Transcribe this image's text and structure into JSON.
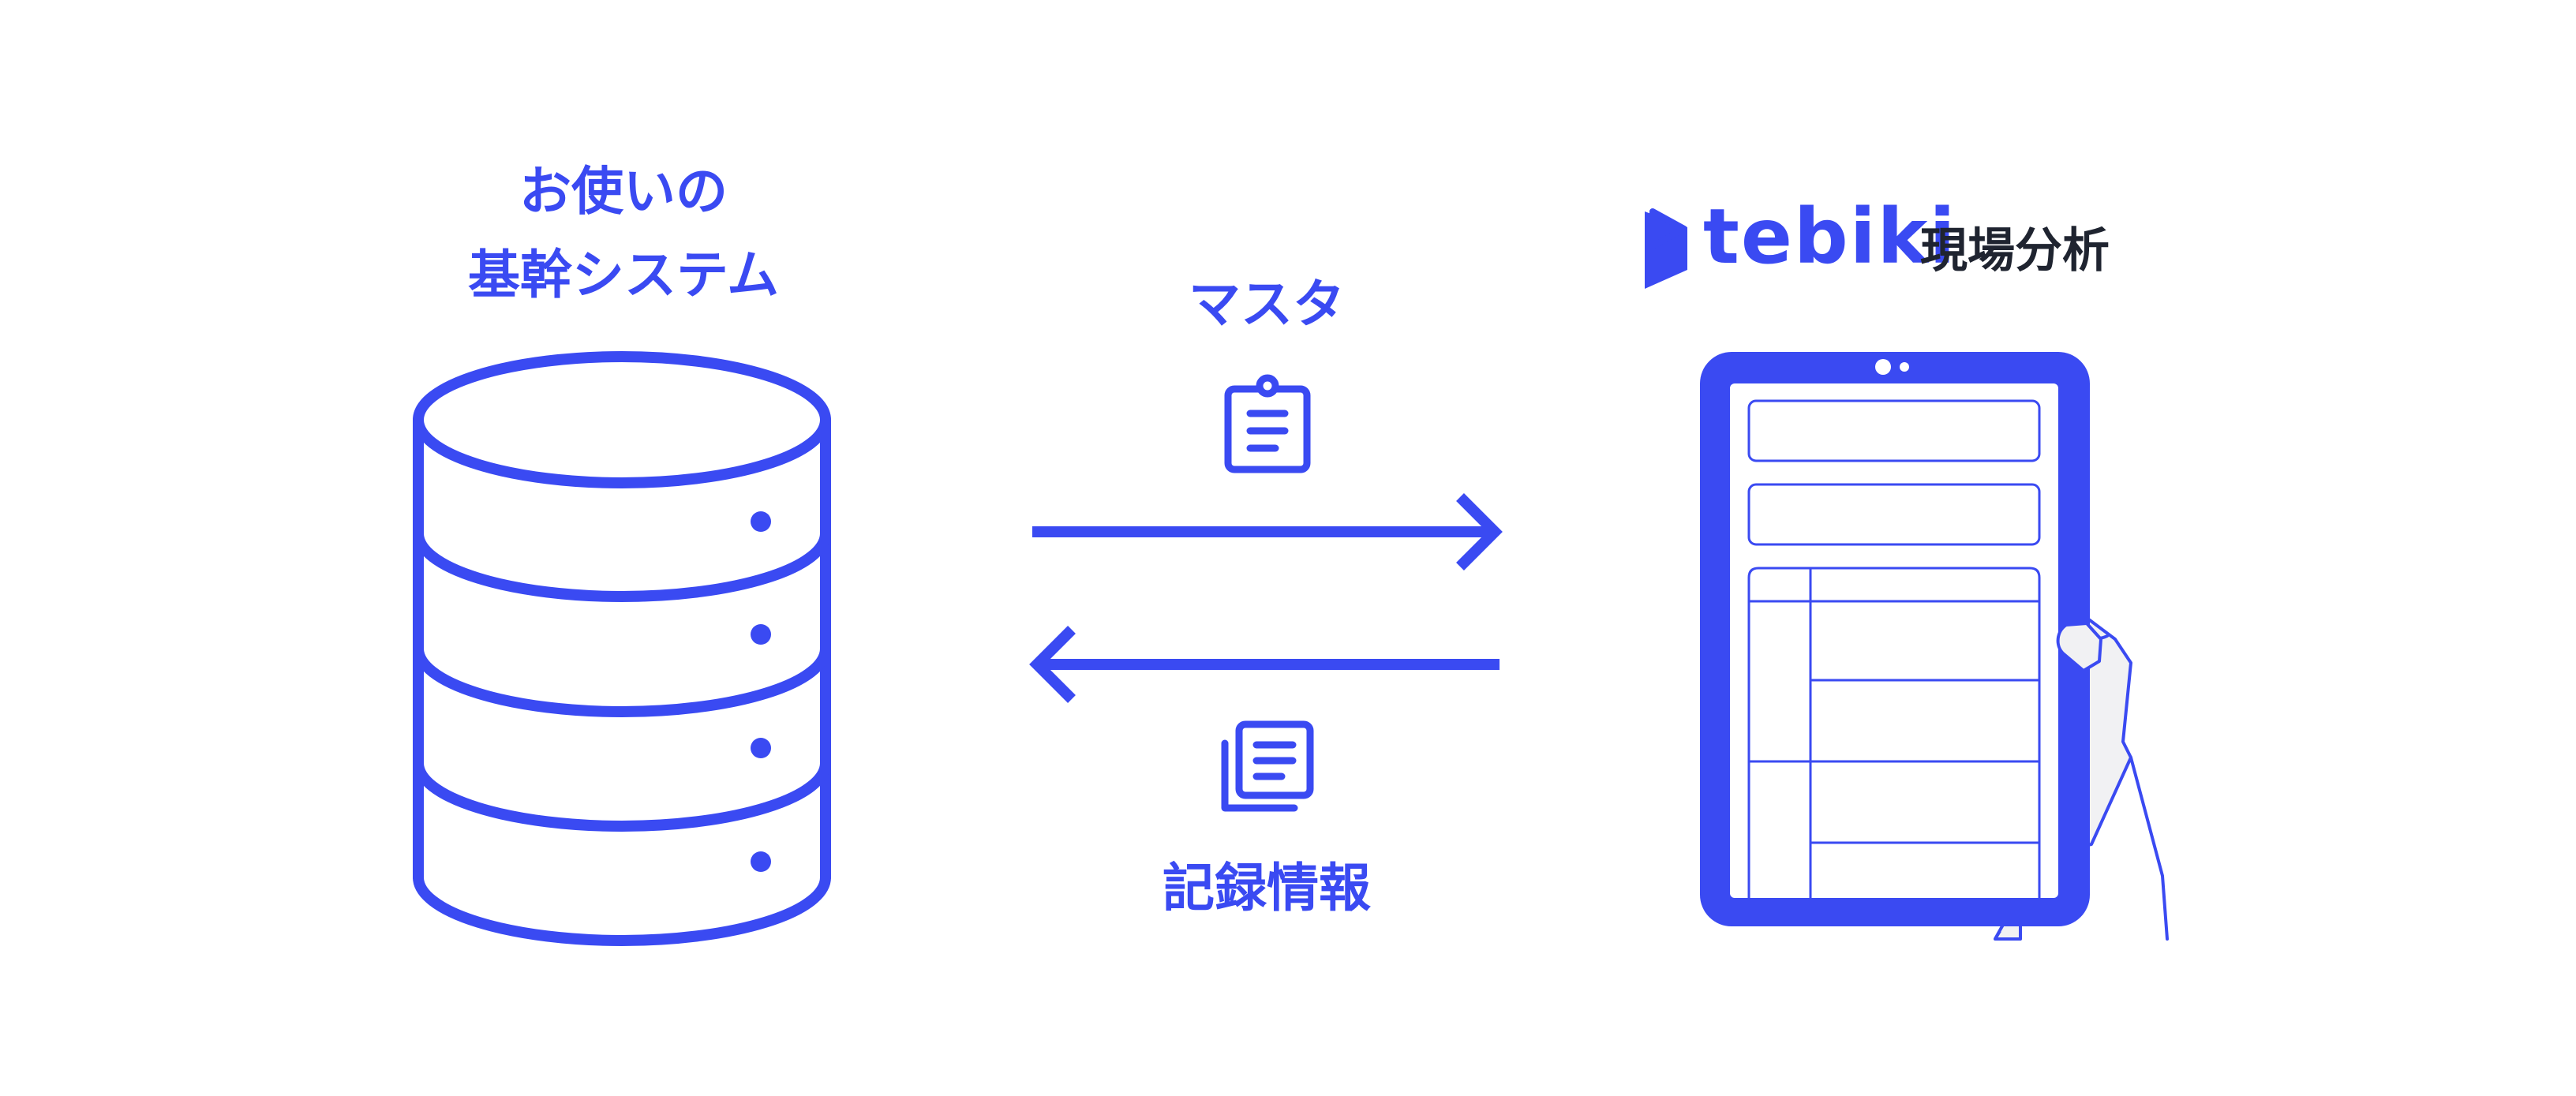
{
  "left_system": {
    "title_line1": "お使いの",
    "title_line2": "基幹システム"
  },
  "flows": {
    "to_app_label": "マスタ",
    "to_system_label": "記録情報"
  },
  "brand": {
    "wordmark": "tebiki",
    "product": "現場分析"
  },
  "colors": {
    "accent": "#3a4af2",
    "text_dark": "#1f2430",
    "hand_fill": "#f1f1f3"
  }
}
